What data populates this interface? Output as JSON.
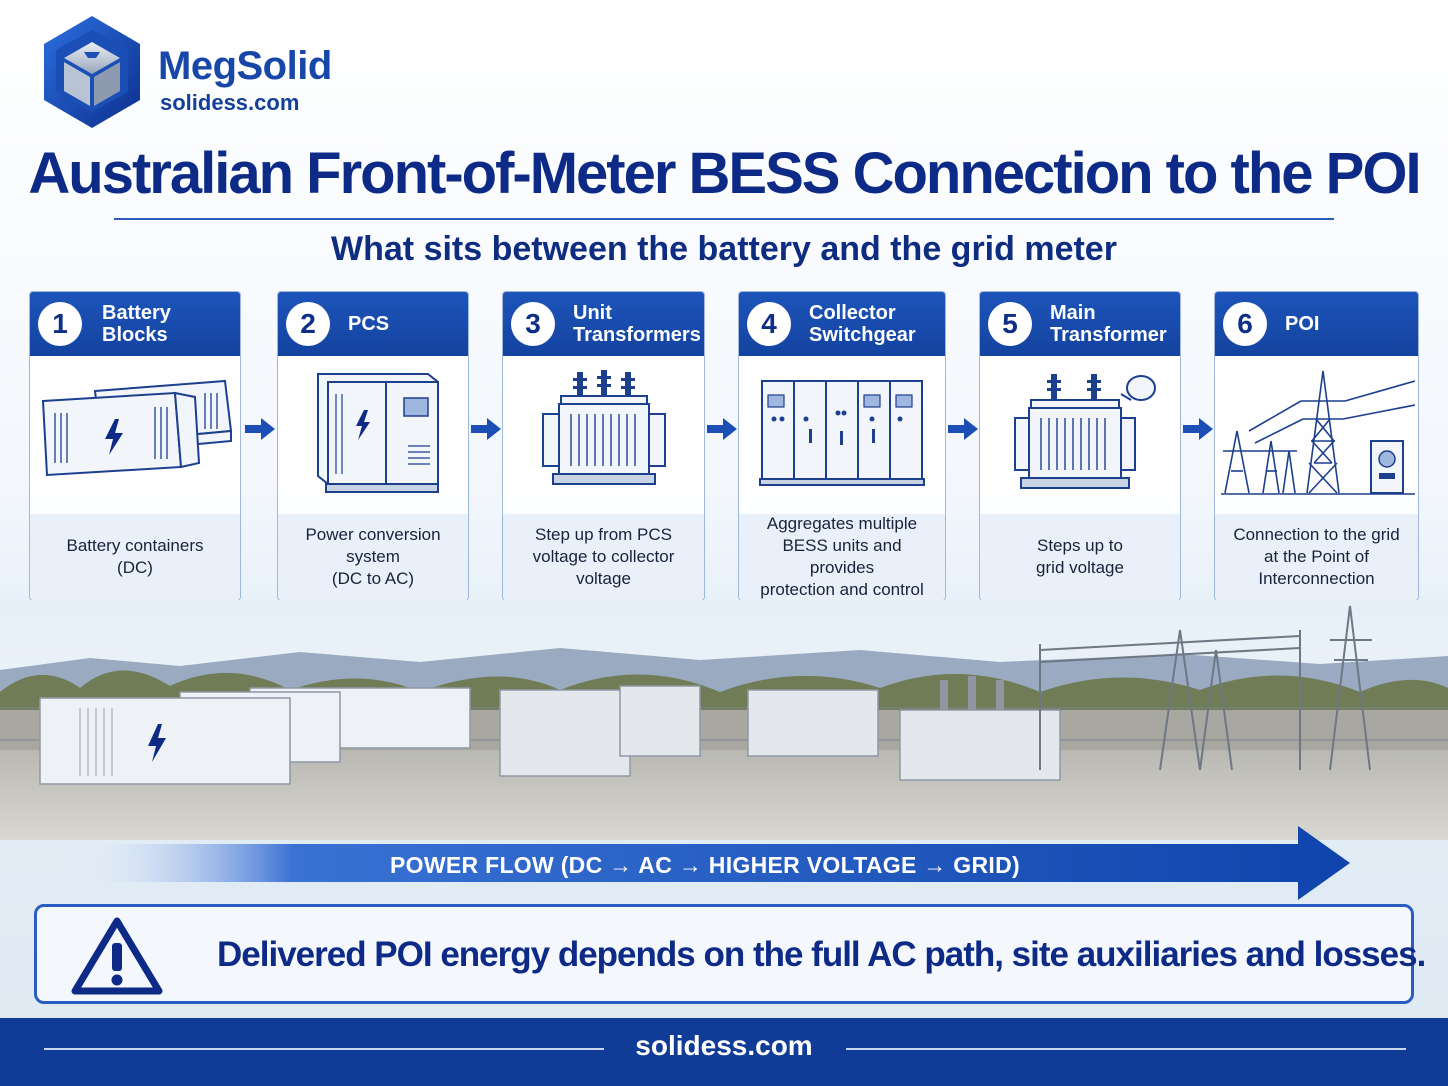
{
  "brand": {
    "name": "MegSolid",
    "url": "solidess.com"
  },
  "title": "Australian Front-of-Meter BESS Connection to the POI",
  "subtitle": "What sits between the battery and the grid meter",
  "steps": [
    {
      "number": "1",
      "title": "Battery Blocks",
      "description": "Battery containers\n(DC)",
      "icon": "battery-container-icon"
    },
    {
      "number": "2",
      "title": "PCS",
      "description": "Power conversion\nsystem\n(DC to AC)",
      "icon": "pcs-inverter-icon"
    },
    {
      "number": "3",
      "title": "Unit Transformers",
      "description": "Step up from PCS\nvoltage to collector\nvoltage",
      "icon": "transformer-icon"
    },
    {
      "number": "4",
      "title": "Collector Switchgear",
      "description": "Aggregates multiple\nBESS units and provides\nprotection and control",
      "icon": "switchgear-icon"
    },
    {
      "number": "5",
      "title": "Main Transformer",
      "description": "Steps up to\ngrid voltage",
      "icon": "main-transformer-icon"
    },
    {
      "number": "6",
      "title": "POI",
      "description": "Connection to the grid\nat the Point of\nInterconnection",
      "icon": "transmission-tower-icon"
    }
  ],
  "power_flow": "POWER FLOW (DC → AC → HIGHER VOLTAGE → GRID)",
  "note": {
    "icon": "warning-icon",
    "text": "Delivered POI energy depends on the full AC path, site auxiliaries and losses."
  },
  "footer": {
    "url": "solidess.com"
  },
  "colors": {
    "primary": "#1447a6",
    "dark_navy": "#0d2a86",
    "card_desc_bg": "#e9f0f9",
    "footer_bg": "#103c98"
  }
}
